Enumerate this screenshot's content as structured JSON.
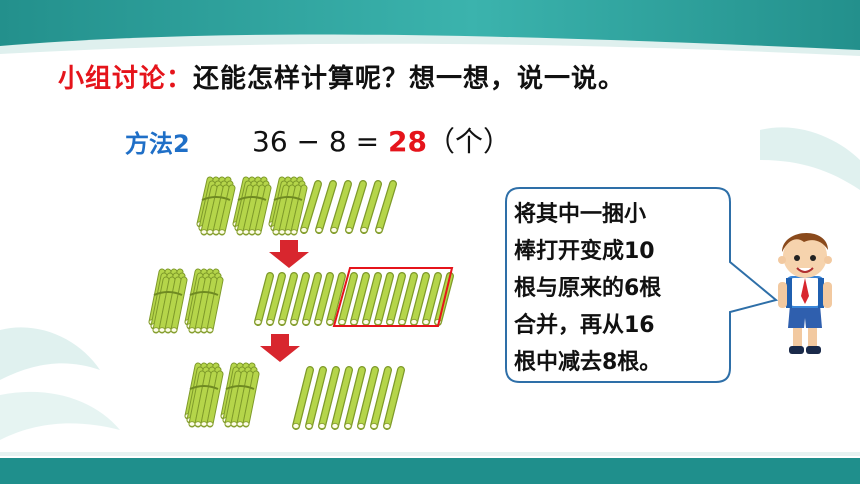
{
  "title": {
    "lead": "小组讨论：",
    "question": "还能怎样计算呢？想一想，说一说。"
  },
  "method": {
    "label": "方法2"
  },
  "equation": {
    "expression": "36 − 8 = ",
    "answer": "28",
    "unit": "（个）"
  },
  "bubble": {
    "lines": [
      "将其中一捆小",
      "棒打开变成10",
      "根与原来的6根",
      "合并，再从16",
      "根中减去8根。"
    ]
  },
  "colors": {
    "accent_red": "#e5141b",
    "method_blue": "#1f6fc7",
    "stick_green": "#b5d54a",
    "band_teal": "#1f8f8c"
  },
  "counts": {
    "initial_bundles": 3,
    "initial_loose": 6,
    "step2_bundles": 2,
    "step2_loose": 16,
    "step2_boxed": 8,
    "final_bundles": 2,
    "final_loose": 8
  }
}
